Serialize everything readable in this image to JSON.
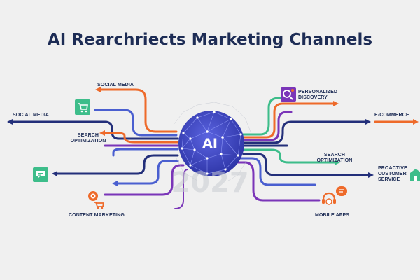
{
  "title": "AI Rearchriects Marketing Channels",
  "center": {
    "label": "AI",
    "year": "2027"
  },
  "channels": {
    "left": {
      "social_media_top": "SOCIAL MEDIA",
      "social_media": "SOCIAL MEDIA",
      "search_optimization": [
        "SEARCH",
        "OPTIMIZATION"
      ],
      "content_marketing": "CONTENT MARKETING"
    },
    "right": {
      "personalized_discovery": [
        "PERSONALIZED",
        "DISCOVERY"
      ],
      "e_commerce": "E-COMMERCE",
      "search_optimization": [
        "SEARCH",
        "OPTIMIZATION"
      ],
      "proactive_customer_service": [
        "PROACTIVE",
        "CUSTOMER",
        "SERVICE"
      ],
      "mobile_apps": "MOBILE APPS"
    }
  },
  "colors": {
    "navy": "#232f7a",
    "blue": "#4a5fd0",
    "purple": "#7a35b8",
    "orange": "#ee6a2a",
    "green": "#3dbd8a",
    "hub": "#4049c9"
  },
  "icons": [
    "shopping-cart-icon",
    "chat-bubble-icon",
    "robot-cart-icon",
    "search-analytics-icon",
    "store-icon",
    "headset-chat-icon"
  ]
}
